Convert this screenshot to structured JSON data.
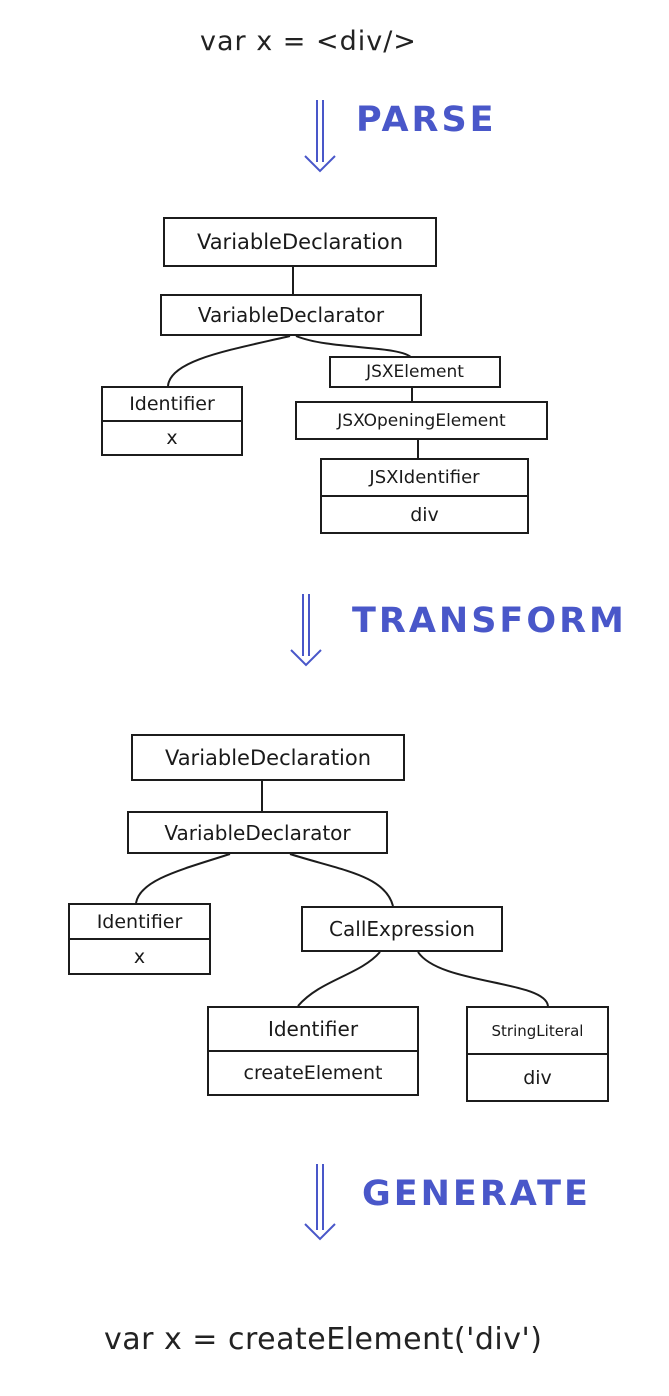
{
  "source_code": "var x = <div/>",
  "output_code": "var x = createElement('div')",
  "stages": {
    "parse": "PARSE",
    "transform": "TRANSFORM",
    "generate": "GENERATE"
  },
  "colors": {
    "stage": "#4957c9",
    "ink": "#1c1c1c"
  },
  "ast_before": {
    "variable_declaration": "VariableDeclaration",
    "variable_declarator": "VariableDeclarator",
    "identifier": {
      "type": "Identifier",
      "value": "x"
    },
    "jsx_element": "JSXElement",
    "jsx_opening_element": "JSXOpeningElement",
    "jsx_identifier": {
      "type": "JSXIdentifier",
      "value": "div"
    }
  },
  "ast_after": {
    "variable_declaration": "VariableDeclaration",
    "variable_declarator": "VariableDeclarator",
    "identifier": {
      "type": "Identifier",
      "value": "x"
    },
    "call_expression": "CallExpression",
    "callee": {
      "type": "Identifier",
      "value": "createElement"
    },
    "argument": {
      "type": "StringLiteral",
      "value": "div"
    }
  }
}
